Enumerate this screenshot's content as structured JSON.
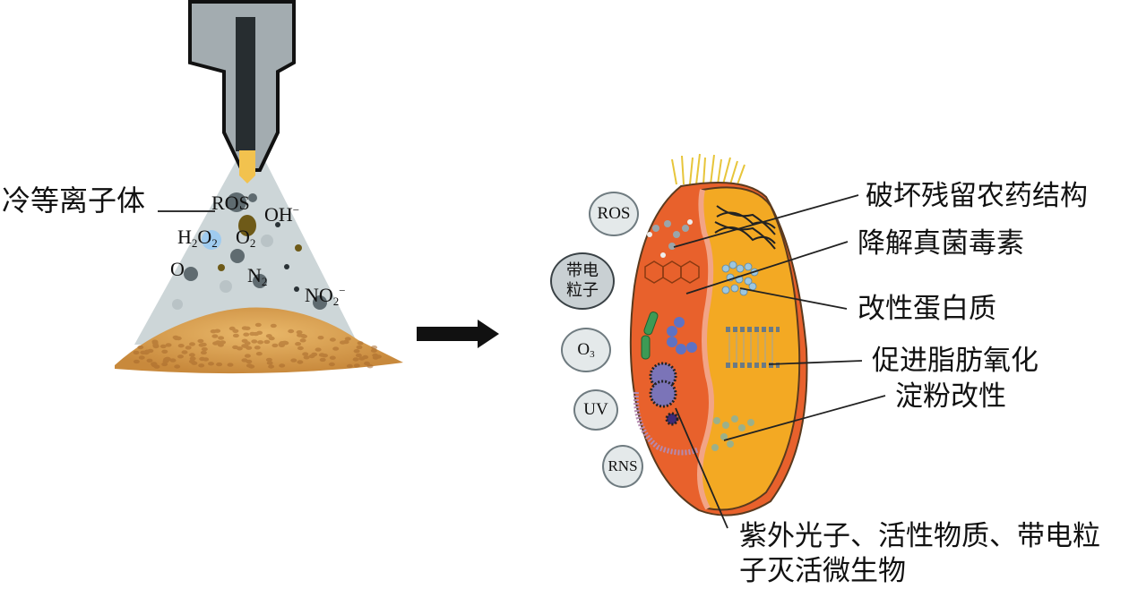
{
  "left_panel": {
    "plasma_label": "冷等离子体",
    "species": [
      {
        "id": "ros",
        "text": "ROS"
      },
      {
        "id": "oh",
        "base": "OH",
        "sup": "−"
      },
      {
        "id": "h2o2",
        "parts": [
          "H",
          "2",
          "O",
          "2"
        ]
      },
      {
        "id": "o2",
        "base": "O",
        "sub": "2"
      },
      {
        "id": "o",
        "text": "O"
      },
      {
        "id": "n2",
        "base": "N",
        "sub": "2"
      },
      {
        "id": "no2",
        "base": "NO",
        "sub": "2",
        "sup": "−"
      }
    ],
    "colors": {
      "nozzle_body": "#a3acb0",
      "nozzle_core": "#272d30",
      "nozzle_tip": "#f2c24e",
      "plasma_cone": "#cdd6d8",
      "grain": "#d9a256"
    }
  },
  "arrow": {
    "direction": "right"
  },
  "right_panel": {
    "bubbles": [
      {
        "id": "ros",
        "text": "ROS"
      },
      {
        "id": "charged",
        "lines": [
          "带电",
          "粒子"
        ]
      },
      {
        "id": "o3",
        "base": "O",
        "sub": "3"
      },
      {
        "id": "uv",
        "text": "UV"
      },
      {
        "id": "rns",
        "text": "RNS"
      }
    ],
    "effects": [
      "破坏残留农药结构",
      "降解真菌毒素",
      "改性蛋白质",
      "促进脂肪氧化",
      "淀粉改性"
    ],
    "bottom_label": [
      "紫外光子、活性物质、带电粒",
      "子灭活微生物"
    ],
    "colors": {
      "bran_layer": "#e8612c",
      "endosperm": "#f3a923",
      "outline": "#5a3a1e",
      "seam": "#f2a486"
    }
  }
}
